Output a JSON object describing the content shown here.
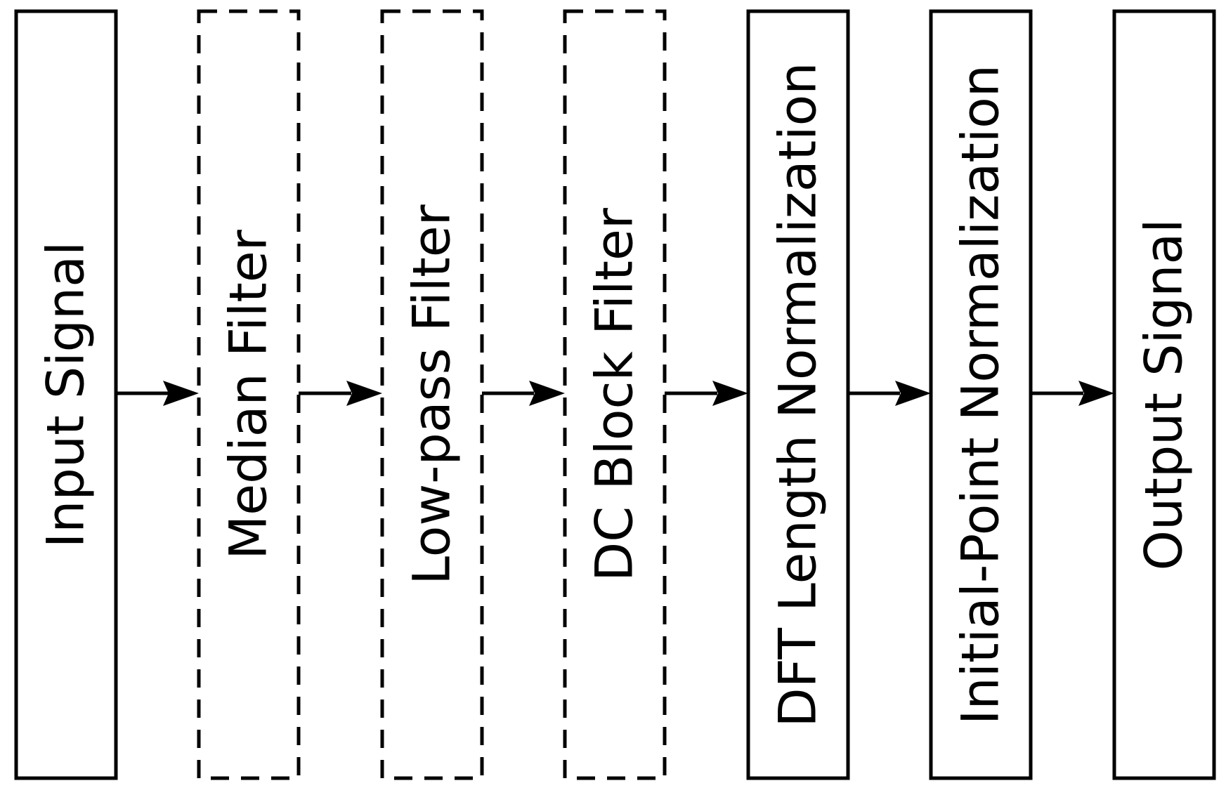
{
  "diagram": {
    "blocks": [
      {
        "label": "Input Signal",
        "style": "solid"
      },
      {
        "label": "Median Filter",
        "style": "dashed"
      },
      {
        "label": "Low-pass Filter",
        "style": "dashed"
      },
      {
        "label": "DC Block Filter",
        "style": "dashed"
      },
      {
        "label": "DFT Length Normalization",
        "style": "solid"
      },
      {
        "label": "Initial-Point Normalization",
        "style": "solid"
      },
      {
        "label": "Output Signal",
        "style": "solid"
      }
    ],
    "colors": {
      "stroke": "#000000",
      "background": "#ffffff"
    }
  }
}
